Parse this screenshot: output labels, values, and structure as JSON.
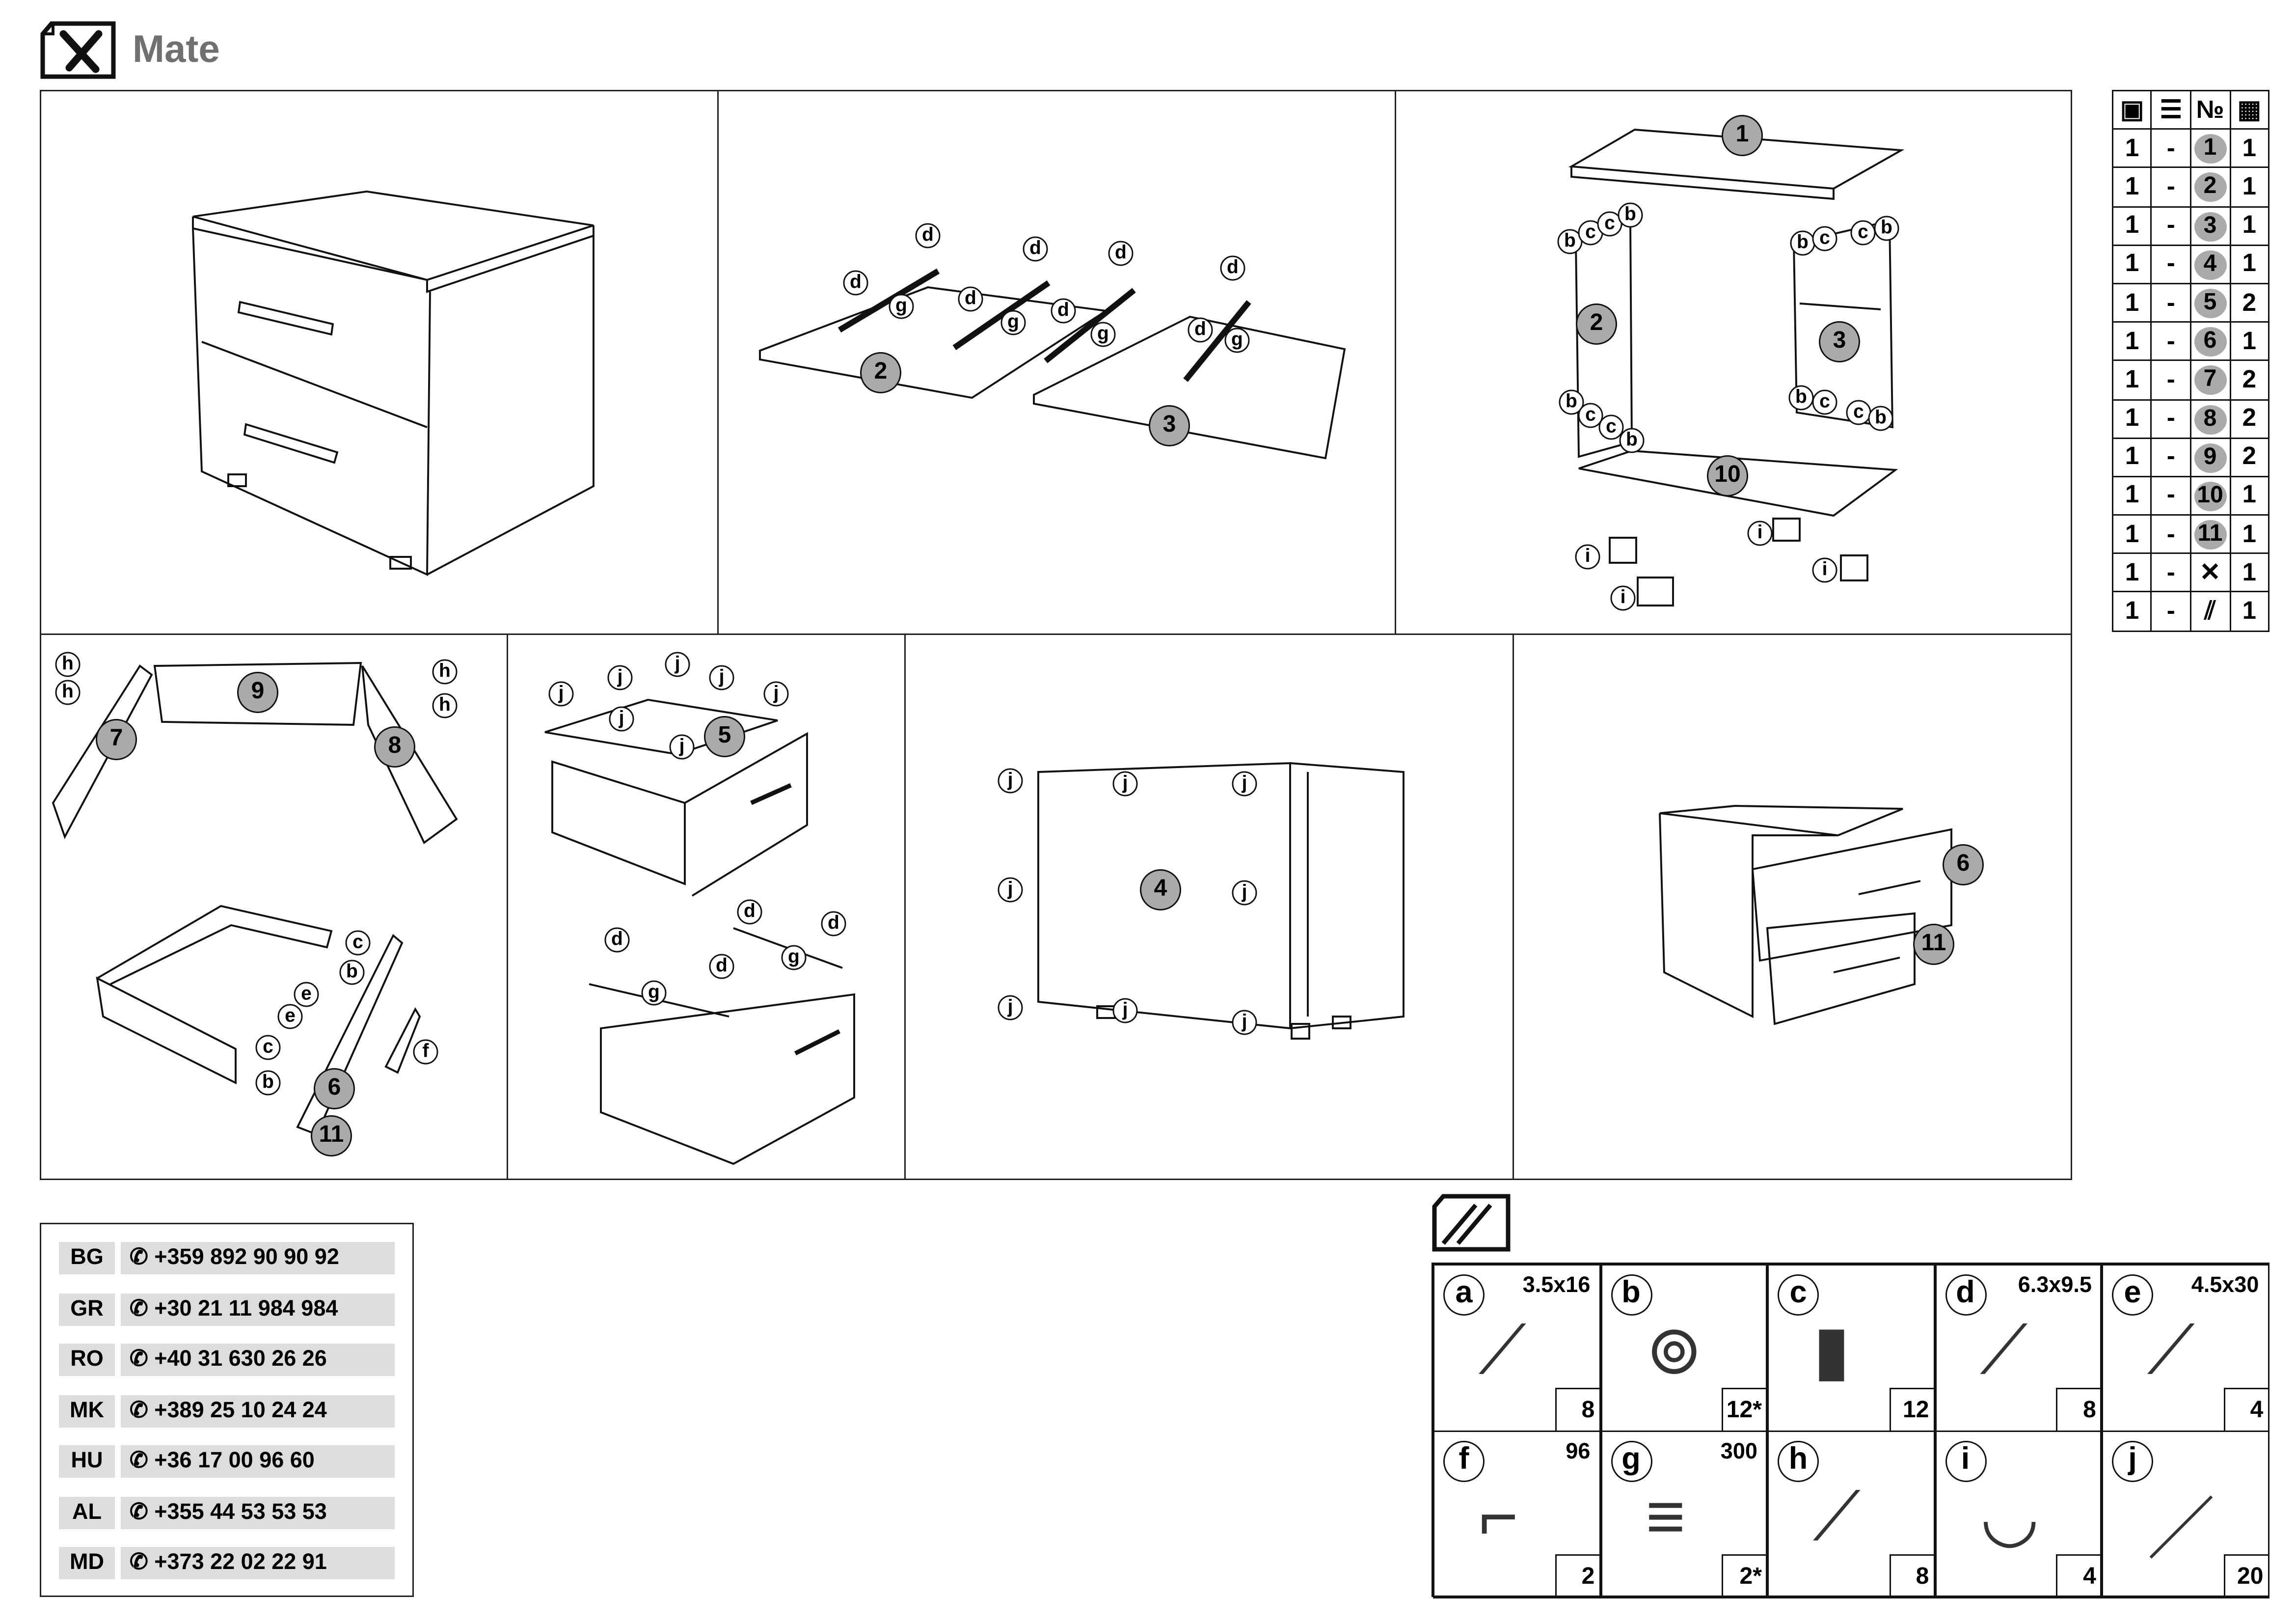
{
  "header": {
    "title": "Mate",
    "icon": "tools-icon"
  },
  "steps": [
    {
      "callouts": []
    },
    {
      "callouts": [
        "d",
        "d",
        "g",
        "d",
        "d",
        "g",
        "d",
        "d",
        "g",
        "d",
        "d",
        "g"
      ],
      "parts": [
        "2",
        "3"
      ]
    },
    {
      "callouts": [
        "b",
        "c",
        "c",
        "b",
        "b",
        "c",
        "c",
        "b",
        "b",
        "c",
        "c",
        "b",
        "b",
        "c",
        "c",
        "b",
        "i",
        "i",
        "i",
        "i"
      ],
      "parts": [
        "1",
        "2",
        "3",
        "10"
      ]
    },
    {
      "callouts": [
        "h",
        "h",
        "h",
        "h",
        "c",
        "b",
        "e",
        "e",
        "c",
        "b",
        "f"
      ],
      "parts": [
        "9",
        "7",
        "8",
        "6",
        "11"
      ]
    },
    {
      "callouts": [
        "j",
        "j",
        "j",
        "j",
        "j",
        "j",
        "j",
        "d",
        "g",
        "d",
        "d",
        "g",
        "d"
      ],
      "parts": [
        "5"
      ]
    },
    {
      "callouts": [
        "j",
        "j",
        "j",
        "j",
        "j",
        "j",
        "j",
        "j"
      ],
      "parts": [
        "4"
      ]
    },
    {
      "callouts": [],
      "parts": [
        "6",
        "11"
      ]
    }
  ],
  "parts_table": {
    "header_icons": [
      "box-icon",
      "stack-icon",
      "number-sign",
      "package-parts-icon"
    ],
    "header_no": "№",
    "rows": [
      {
        "box": "1",
        "stack": "-",
        "no": "1",
        "qty": "1"
      },
      {
        "box": "1",
        "stack": "-",
        "no": "2",
        "qty": "1"
      },
      {
        "box": "1",
        "stack": "-",
        "no": "3",
        "qty": "1"
      },
      {
        "box": "1",
        "stack": "-",
        "no": "4",
        "qty": "1"
      },
      {
        "box": "1",
        "stack": "-",
        "no": "5",
        "qty": "2"
      },
      {
        "box": "1",
        "stack": "-",
        "no": "6",
        "qty": "1"
      },
      {
        "box": "1",
        "stack": "-",
        "no": "7",
        "qty": "2"
      },
      {
        "box": "1",
        "stack": "-",
        "no": "8",
        "qty": "2"
      },
      {
        "box": "1",
        "stack": "-",
        "no": "9",
        "qty": "2"
      },
      {
        "box": "1",
        "stack": "-",
        "no": "10",
        "qty": "1"
      },
      {
        "box": "1",
        "stack": "-",
        "no": "11",
        "qty": "1"
      },
      {
        "box": "1",
        "stack": "-",
        "no": "",
        "icon": "tools-icon",
        "qty": "1"
      },
      {
        "box": "1",
        "stack": "-",
        "no": "",
        "icon": "hardware-icon",
        "qty": "1"
      }
    ]
  },
  "phones": [
    {
      "code": "BG",
      "number": "+359 892 90 90 92"
    },
    {
      "code": "GR",
      "number": "+30 21 11 984 984"
    },
    {
      "code": "RO",
      "number": "+40 31 630 26 26"
    },
    {
      "code": "MK",
      "number": "+389 25 10 24 24"
    },
    {
      "code": "HU",
      "number": "+36 17 00 96 60"
    },
    {
      "code": "AL",
      "number": "+355 44 53 53 53"
    },
    {
      "code": "MD",
      "number": "+373 22 02 22 91"
    }
  ],
  "hardware": [
    {
      "letter": "a",
      "size": "3.5x16",
      "qty": "8",
      "icon": "screw-icon"
    },
    {
      "letter": "b",
      "size": "",
      "qty": "12*",
      "icon": "cam-lock-icon"
    },
    {
      "letter": "c",
      "size": "",
      "qty": "12",
      "icon": "dowel-icon"
    },
    {
      "letter": "d",
      "size": "6.3x9.5",
      "qty": "8",
      "icon": "euro-screw-icon"
    },
    {
      "letter": "e",
      "size": "4.5x30",
      "qty": "4",
      "icon": "screw-icon"
    },
    {
      "letter": "f",
      "size": "96",
      "qty": "2",
      "icon": "handle-icon"
    },
    {
      "letter": "g",
      "size": "300",
      "qty": "2*",
      "icon": "drawer-slide-icon"
    },
    {
      "letter": "h",
      "size": "",
      "qty": "8",
      "icon": "confirmat-screw-icon"
    },
    {
      "letter": "i",
      "size": "",
      "qty": "4",
      "icon": "foot-icon"
    },
    {
      "letter": "j",
      "size": "",
      "qty": "20",
      "icon": "nail-icon"
    }
  ]
}
